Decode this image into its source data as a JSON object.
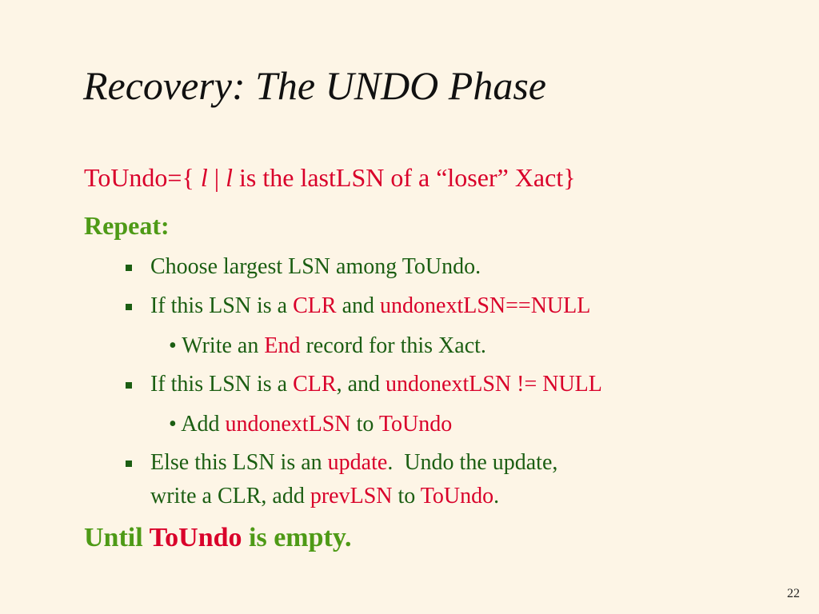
{
  "title": "Recovery: The UNDO Phase",
  "toundo": {
    "prefix": "ToUndo={",
    "var1": "l",
    "bar": "|",
    "var2": "l",
    "rest": "is the lastLSN of a “loser” Xact}"
  },
  "repeat_label": "Repeat:",
  "items": {
    "choose": "Choose largest LSN among ToUndo.",
    "if1": {
      "t1": "If this LSN is a ",
      "t2": "CLR",
      "t3": " and ",
      "t4": "undonextLSN==NULL"
    },
    "sub1": {
      "t1": "• Write an ",
      "t2": "End",
      "t3": " record for this Xact."
    },
    "if2": {
      "t1": "If this LSN is a ",
      "t2": "CLR",
      "t3": ", and ",
      "t4": "undonextLSN != NULL"
    },
    "sub2": {
      "t1": "• Add ",
      "t2": "undonextLSN",
      "t3": " to ",
      "t4": "ToUndo"
    },
    "else": {
      "t1": "Else this LSN is an ",
      "t2": "update",
      "t3": ".  Undo the update,",
      "t4": "write a CLR, add ",
      "t5": "prevLSN",
      "t6": " to ",
      "t7": "ToUndo",
      "t8": "."
    }
  },
  "until": {
    "t1": "Until ",
    "t2": "ToUndo",
    "t3": " is empty."
  },
  "page_number": "22",
  "colors": {
    "background": "#fdf5e6",
    "red": "#d9002a",
    "green": "#4e9a16",
    "dark_green": "#1b5e12"
  }
}
